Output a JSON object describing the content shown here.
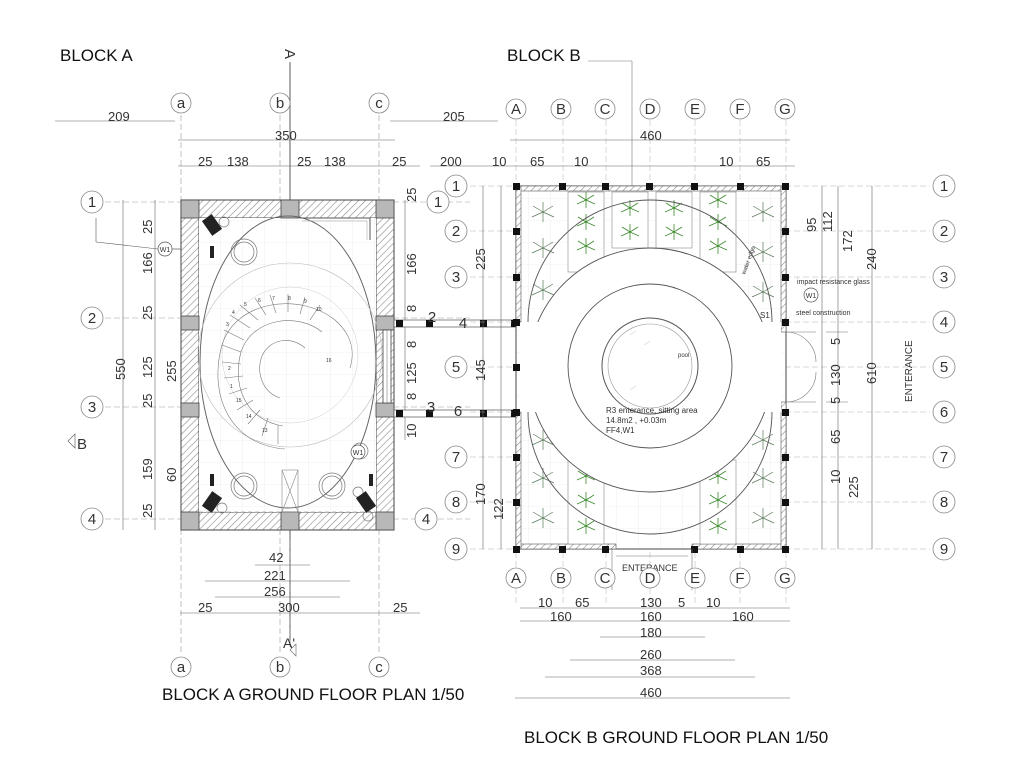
{
  "titles": {
    "block_a": "BLOCK A",
    "block_b": "BLOCK B",
    "plan_a": "BLOCK A GROUND FLOOR PLAN 1/50",
    "plan_b": "BLOCK B GROUND FLOOR PLAN 1/50"
  },
  "section_marks": {
    "a_top": "A",
    "a_bottom": "A'",
    "b_side": "B"
  },
  "block_a": {
    "cols": [
      "a",
      "b",
      "c"
    ],
    "rows": [
      "1",
      "2",
      "3",
      "4"
    ],
    "dims_top": {
      "left": "209",
      "total": "350",
      "right": "205",
      "segments": [
        "25",
        "138",
        "25",
        "138",
        "25"
      ]
    },
    "dims_bottom": {
      "d1": "42",
      "d2": "221",
      "d3": "256",
      "total": "300",
      "left": "25",
      "right": "25"
    },
    "dims_left_vertical": {
      "total": "550",
      "inner": [
        "25",
        "166",
        "25",
        "125",
        "25",
        "159",
        "25"
      ],
      "inner2": [
        "255",
        "60"
      ]
    },
    "dims_right_vertical": [
      "25",
      "166",
      "8",
      "8",
      "125",
      "8",
      "10"
    ],
    "labels": {
      "w1_top": "W1",
      "w1_mid": "W1"
    }
  },
  "block_b": {
    "cols": [
      "A",
      "B",
      "C",
      "D",
      "E",
      "F",
      "G"
    ],
    "rows": [
      "1",
      "2",
      "3",
      "4",
      "5",
      "6",
      "7",
      "8",
      "9"
    ],
    "bridge_left": [
      "2",
      "3"
    ],
    "bridge_right": [
      "4",
      "6"
    ],
    "dims_top": {
      "total": "460",
      "segments": [
        "200",
        "10",
        "65",
        "10",
        "10",
        "65"
      ]
    },
    "dims_bottom": {
      "row1": [
        "10",
        "65",
        "130",
        "5",
        "10"
      ],
      "row2": [
        "160",
        "160",
        "160"
      ],
      "stack": [
        "180",
        "260",
        "368",
        "460"
      ]
    },
    "dims_left_vertical": [
      "225",
      "145",
      "170",
      "122"
    ],
    "dims_right_vertical": [
      "95",
      "112",
      "172",
      "240",
      "5",
      "130",
      "5",
      "610",
      "65",
      "10",
      "225"
    ],
    "labels": {
      "pool": "pool",
      "note_line1": "R3 enterance, sitting area",
      "note_line2": "14.8m2 , +0.03m",
      "note_line3": "FF4,W1",
      "glass": "impact resistance glass",
      "steel": "steel construction",
      "w1": "W1",
      "s1": "S1",
      "water_edge": "water edge",
      "entrance_side": "ENTERANCE",
      "entrance_bottom": "ENTERANCE"
    }
  },
  "colors": {
    "line": "#555555",
    "wall_hatch": "#9a9a9a",
    "column": "#111111",
    "plant": "#3a8a2a"
  }
}
